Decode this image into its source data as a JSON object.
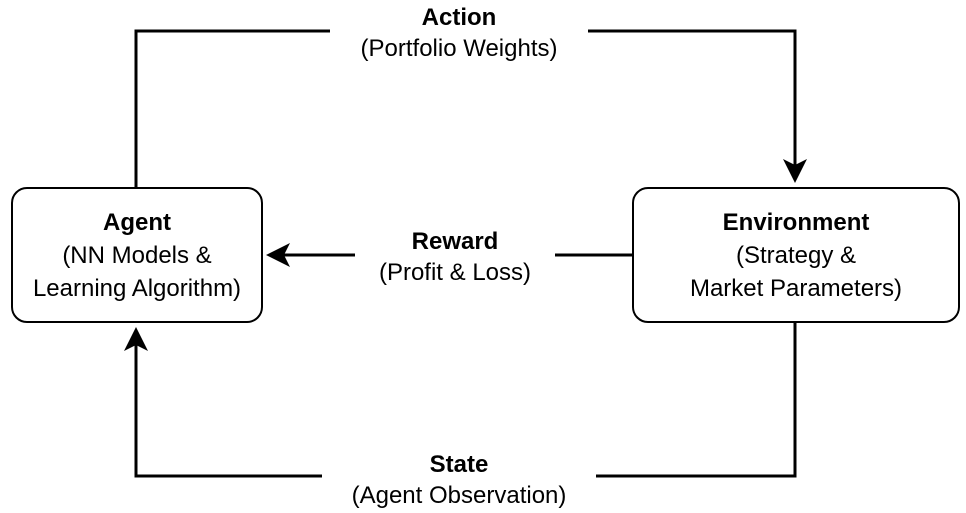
{
  "agent": {
    "title": "Agent",
    "line1": "(NN Models &",
    "line2": "Learning Algorithm)"
  },
  "environment": {
    "title": "Environment",
    "line1": "(Strategy &",
    "line2": "Market Parameters)"
  },
  "edges": {
    "action": {
      "title": "Action",
      "subtitle": "(Portfolio Weights)"
    },
    "reward": {
      "title": "Reward",
      "subtitle": "(Profit & Loss)"
    },
    "state": {
      "title": "State",
      "subtitle": "(Agent Observation)"
    }
  },
  "colors": {
    "stroke": "#000000",
    "background": "#ffffff"
  }
}
